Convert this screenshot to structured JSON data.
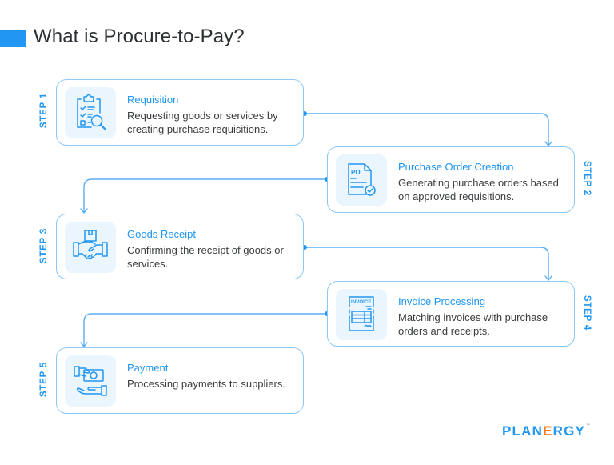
{
  "header": {
    "title": "What is Procure-to-Pay?",
    "accent_color": "#2196f3"
  },
  "steps": [
    {
      "label": "STEP 1",
      "title": "Requisition",
      "description": "Requesting goods or services by creating purchase requisitions.",
      "icon": "clipboard-checklist-magnifier-icon",
      "side": "left"
    },
    {
      "label": "STEP 2",
      "title": "Purchase Order Creation",
      "description": "Generating purchase orders based on approved requisitions.",
      "icon": "purchase-order-document-icon",
      "icon_text": "PO",
      "side": "right"
    },
    {
      "label": "STEP 3",
      "title": "Goods Receipt",
      "description": "Confirming the receipt of goods or services.",
      "icon": "handshake-package-icon",
      "side": "left"
    },
    {
      "label": "STEP 4",
      "title": "Invoice Processing",
      "description": "Matching invoices with purchase orders and receipts.",
      "icon": "invoice-document-icon",
      "icon_text": "INVOICE",
      "side": "right"
    },
    {
      "label": "STEP 5",
      "title": "Payment",
      "description": "Processing payments to suppliers.",
      "icon": "hand-money-payment-icon",
      "side": "left"
    }
  ],
  "logo": {
    "text_prefix": "PLAN",
    "text_accent": "E",
    "text_suffix": "RGY",
    "trademark": "™"
  },
  "colors": {
    "primary": "#2196f3",
    "card_border": "#8cc8f7",
    "icon_bg": "#eaf5fe",
    "text": "#3a3d40",
    "logo_accent": "#f57c20"
  }
}
